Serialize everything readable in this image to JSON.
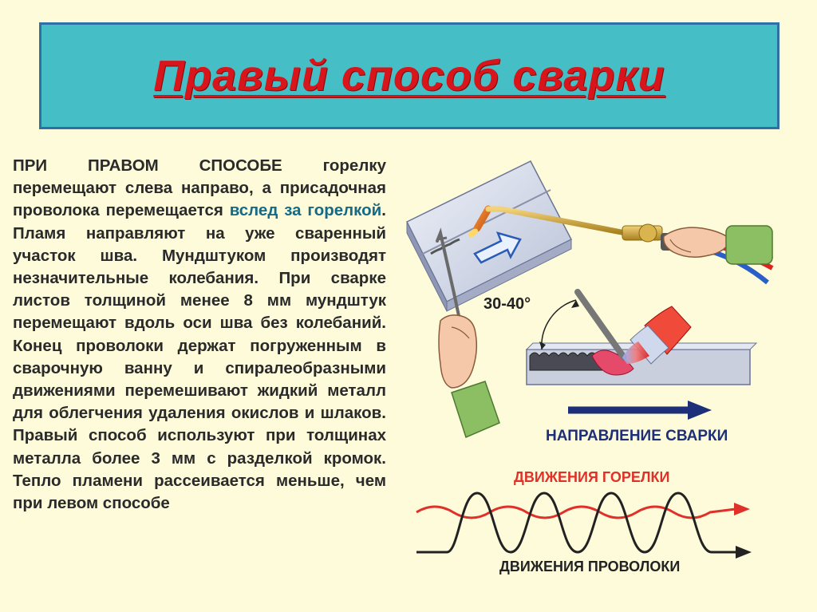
{
  "title": "Правый способ сварки",
  "body": {
    "part1": "ПРИ ПРАВОМ СПОСОБЕ горелку перемещают слева направо, а присадочная проволока перемещается ",
    "highlight": "вслед за горелкой",
    "part2": ". Пламя направляют на уже сваренный участок шва. Мундштуком производят незначительные колебания. При сварке листов толщиной менее 8 мм мундштук перемещают вдоль оси шва без колебаний. Конец проволоки держат погруженным в сварочную ванну и спиралеобразными движениями перемешивают жидкий металл для облегчения удаления окислов и шлаков. Правый способ используют при толщинах металла более 3 мм с разделкой кромок. Тепло пламени рассеивается меньше, чем при левом способе"
  },
  "diagram": {
    "angle_label": "30-40°",
    "direction_label": "НАПРАВЛЕНИЕ СВАРКИ",
    "torch_motion_label": "ДВИЖЕНИЯ ГОРЕЛКИ",
    "wire_motion_label": "ДВИЖЕНИЯ ПРОВОЛОКИ"
  },
  "colors": {
    "background": "#fdfbd9",
    "title_bg": "#45bec6",
    "title_text": "#d8151b",
    "highlight_text": "#156a86",
    "direction_arrow": "#1c2f78",
    "torch_wave": "#e0302a",
    "wire_wave": "#222222"
  }
}
